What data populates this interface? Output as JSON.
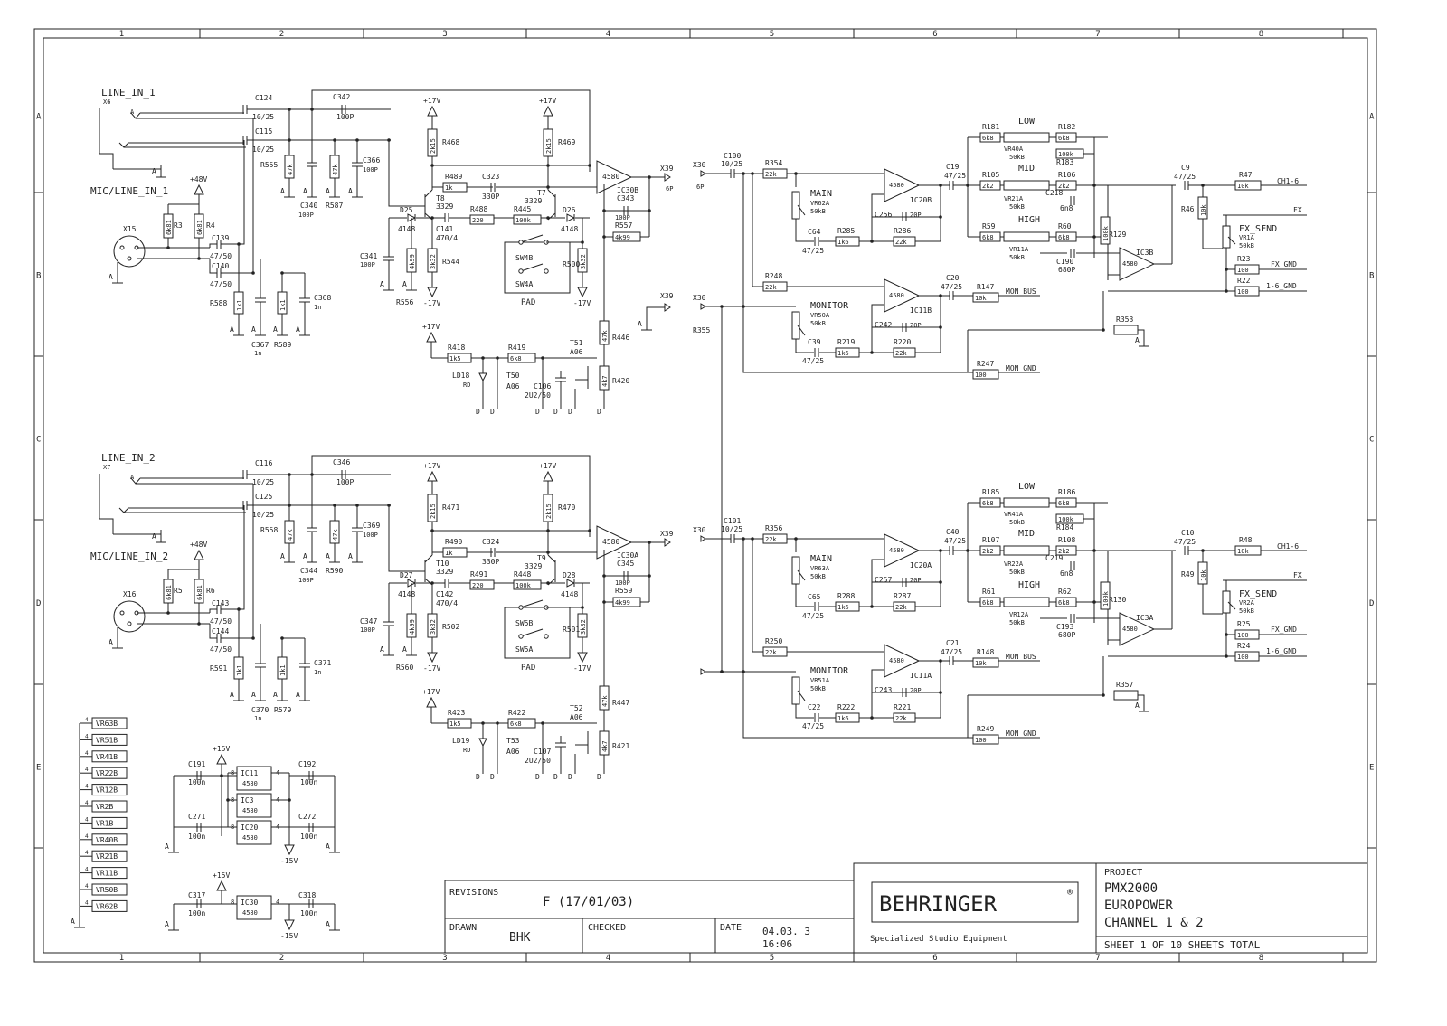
{
  "frame": {
    "columns": [
      "1",
      "2",
      "3",
      "4",
      "5",
      "6",
      "7",
      "8"
    ],
    "rows": [
      "A",
      "B",
      "C",
      "D",
      "E"
    ]
  },
  "title_block": {
    "revisions_label": "REVISIONS",
    "revision_value": "F (17/01/03)",
    "drawn_label": "DRAWN",
    "drawn_value": "BHK",
    "checked_label": "CHECKED",
    "date_label": "DATE",
    "date_value": "04.03. 3",
    "time_value": "16:06",
    "company": "BEHRINGER",
    "registered_mark": "®",
    "tagline": "Specialized Studio Equipment",
    "project_label": "PROJECT",
    "project_lines": [
      "PMX2000",
      "EUROPOWER",
      "CHANNEL 1 & 2"
    ],
    "sheet_info": "SHEET 1    OF 10 SHEETS TOTAL"
  },
  "channels": [
    {
      "line_in": "LINE_IN_1",
      "jack": "X6",
      "mic": "MIC/LINE_IN_1",
      "xlr": "X15",
      "phantom": "+48V",
      "c_line_t": "C124",
      "c_line_t_val": "10/25",
      "c_line_r": "C115",
      "c_line_r_val": "10/25",
      "c_fb": "C342",
      "c_fb_val": "100P",
      "r_a": "R555",
      "r_a_val": "47k",
      "c_a": "C340",
      "c_a_val": "100P",
      "r_b": "R587",
      "r_b_val": "47k",
      "c_b": "C366",
      "c_b_val": "100P",
      "r3": "R3",
      "r3_val": "6k81",
      "r4": "R4",
      "r4_val": "6k81",
      "c_m1": "C139",
      "c_m1_val": "47/50",
      "c_m2": "C140",
      "c_m2_val": "47/50",
      "r_m": "R588",
      "r_m_val": "1k1",
      "c_m3": "C367",
      "c_m3_val": "1n",
      "r_m2": "R589",
      "r_m2_val": "1k1",
      "c_m4": "C368",
      "c_m4_val": "1n",
      "d_a": "D25",
      "d_a_val": "4148",
      "t_a": "T8",
      "t_a_val": "3329",
      "r_e": "R468",
      "r_e_val": "2k15",
      "r_f": "R469",
      "r_f_val": "2k15",
      "r_g": "R489",
      "r_g_val": "1k",
      "c_g": "C323",
      "c_g_val": "330P",
      "t_b": "T7",
      "t_b_val": "3329",
      "d_b": "D26",
      "d_b_val": "4148",
      "c_h": "C141",
      "c_h_val": "470/4",
      "r_h": "R488",
      "r_h_val": "220",
      "r_i": "R445",
      "r_i_val": "100k",
      "c_i": "C341",
      "c_i_val": "100P",
      "r_j": "R556",
      "r_j_val": "4k99",
      "r_k": "R544",
      "r_k_val": "3k32",
      "sw_a": "SW4B",
      "sw_b": "SW4A",
      "pad": "PAD",
      "r_l": "R500",
      "r_l_val": "3k32",
      "ic_op": "IC30B",
      "ic_part": "4580",
      "c_op": "C343",
      "c_op_val": "100P",
      "r_op": "R557",
      "r_op_val": "4k99",
      "x_out": "X39",
      "x_out_pin": "6P",
      "x_out2": "X39",
      "r_q": "R446",
      "r_q_val": "47k",
      "r_r": "R420",
      "r_r_val": "4k7",
      "r_s": "R418",
      "r_s_val": "1k5",
      "r_t": "R419",
      "r_t_val": "6k8",
      "t_c": "T51",
      "t_c_val": "A06",
      "led": "LD18",
      "led_val": "RD",
      "t_d": "T50",
      "t_d_val": "A06",
      "c_t": "C106",
      "c_t_val": "2U2/50",
      "pos_rail": "+17V",
      "neg_rail": "-17V",
      "x_in": "X30",
      "x_in_pin": "6P",
      "x_in2": "X30",
      "c_in": "C100",
      "c_in_val": "10/25",
      "r_in": "R354",
      "r_in_val": "22k",
      "main_lbl": "MAIN",
      "vr_main": "VR62A",
      "vr_main_val": "50kB",
      "ic_main": "IC20B",
      "c_mn": "C64",
      "c_mn_val": "47/25",
      "r_mn": "R285",
      "r_mn_val": "1k6",
      "c_mf": "C256",
      "c_mf_val": "20P",
      "r_mf": "R286",
      "r_mf_val": "22k",
      "c_eq": "C19",
      "c_eq_val": "47/25",
      "r_l1": "R181",
      "r_l1_val": "6k8",
      "low": "LOW",
      "r_l2": "R182",
      "r_l2_val": "6k8",
      "vr_low": "VR40A",
      "vr_low_val": "50kB",
      "r_l3": "R183",
      "r_l3_val": "100k",
      "r_m1": "R105",
      "r_m1_val": "2k2",
      "mid": "MID",
      "r_m2b": "R106",
      "r_m2b_val": "2k2",
      "vr_mid": "VR21A",
      "vr_mid_val": "50kB",
      "c_mid": "C218",
      "c_mid_val": "6n8",
      "r_h1": "R59",
      "r_h1_val": "6k8",
      "high": "HIGH",
      "r_h2": "R60",
      "r_h2_val": "6k8",
      "vr_high": "VR11A",
      "vr_high_val": "50kB",
      "c_high": "C190",
      "c_high_val": "680P",
      "r_bias": "R129",
      "r_bias_val": "100k",
      "ic_eq": "IC3B",
      "c_out": "C9",
      "c_out_val": "47/25",
      "r_out": "R47",
      "r_out_val": "10k",
      "net_out": "CH1-6",
      "r_fx": "R46",
      "r_fx_val": "10k",
      "net_fx": "FX",
      "fx_send": "FX_SEND",
      "vr_fx": "VR1A",
      "vr_fx_val": "50kB",
      "r_fg": "R23",
      "r_fg_val": "100",
      "net_fg": "FX_GND",
      "r_16": "R22",
      "r_16_val": "100",
      "net_16": "1-6_GND",
      "r_mon_in": "R248",
      "r_mon_in_val": "22k",
      "mon_lbl": "MONITOR",
      "vr_mon": "VR50A",
      "vr_mon_val": "50kB",
      "ic_mon": "IC11B",
      "c_mon": "C39",
      "c_mon_val": "47/25",
      "r_mon1": "R219",
      "r_mon1_val": "1k6",
      "c_monf": "C242",
      "c_monf_val": "20P",
      "r_monf": "R220",
      "r_monf_val": "22k",
      "c_mo": "C20",
      "c_mo_val": "47/25",
      "r_mo": "R147",
      "r_mo_val": "10k",
      "net_mon": "MON_BUS",
      "r_353": "R353",
      "r_355": "R355",
      "r_mg": "R247",
      "r_mg_val": "100",
      "net_mg": "MON_GND"
    },
    {
      "line_in": "LINE_IN_2",
      "jack": "X7",
      "mic": "MIC/LINE_IN_2",
      "xlr": "X16",
      "phantom": "+48V",
      "c_line_t": "C116",
      "c_line_t_val": "10/25",
      "c_line_r": "C125",
      "c_line_r_val": "10/25",
      "c_fb": "C346",
      "c_fb_val": "100P",
      "r_a": "R558",
      "r_a_val": "47k",
      "c_a": "C344",
      "c_a_val": "100P",
      "r_b": "R590",
      "r_b_val": "47k",
      "c_b": "C369",
      "c_b_val": "100P",
      "r3": "R5",
      "r3_val": "6k81",
      "r4": "R6",
      "r4_val": "6k81",
      "c_m1": "C143",
      "c_m1_val": "47/50",
      "c_m2": "C144",
      "c_m2_val": "47/50",
      "r_m": "R591",
      "r_m_val": "1k1",
      "c_m3": "C370",
      "c_m3_val": "1n",
      "r_m2": "R579",
      "r_m2_val": "1k1",
      "c_m4": "C371",
      "c_m4_val": "1n",
      "d_a": "D27",
      "d_a_val": "4148",
      "t_a": "T10",
      "t_a_val": "3329",
      "r_e": "R471",
      "r_e_val": "2k15",
      "r_f": "R470",
      "r_f_val": "2k15",
      "r_g": "R490",
      "r_g_val": "1k",
      "c_g": "C324",
      "c_g_val": "330P",
      "t_b": "T9",
      "t_b_val": "3329",
      "d_b": "D28",
      "d_b_val": "4148",
      "c_h": "C142",
      "c_h_val": "470/4",
      "r_h": "R491",
      "r_h_val": "220",
      "r_i": "R448",
      "r_i_val": "100k",
      "c_i": "C347",
      "c_i_val": "100P",
      "r_j": "R560",
      "r_j_val": "4k99",
      "r_k": "R502",
      "r_k_val": "3k32",
      "sw_a": "SW5B",
      "sw_b": "SW5A",
      "pad": "PAD",
      "r_l": "R501",
      "r_l_val": "3k32",
      "ic_op": "IC30A",
      "ic_part": "4580",
      "c_op": "C345",
      "c_op_val": "100P",
      "r_op": "R559",
      "r_op_val": "4k99",
      "x_out": "X39",
      "x_out_pin": "",
      "x_out2": "",
      "r_q": "R447",
      "r_q_val": "47k",
      "r_r": "R421",
      "r_r_val": "4k7",
      "r_s": "R423",
      "r_s_val": "1k5",
      "r_t": "R422",
      "r_t_val": "6k8",
      "t_c": "T52",
      "t_c_val": "A06",
      "led": "LD19",
      "led_val": "RD",
      "t_d": "T53",
      "t_d_val": "A06",
      "c_t": "C107",
      "c_t_val": "2U2/50",
      "pos_rail": "+17V",
      "neg_rail": "-17V",
      "x_in": "X30",
      "x_in_pin": "",
      "x_in2": "",
      "c_in": "C101",
      "c_in_val": "10/25",
      "r_in": "R356",
      "r_in_val": "22k",
      "main_lbl": "MAIN",
      "vr_main": "VR63A",
      "vr_main_val": "50kB",
      "ic_main": "IC20A",
      "c_mn": "C65",
      "c_mn_val": "47/25",
      "r_mn": "R288",
      "r_mn_val": "1k6",
      "c_mf": "C257",
      "c_mf_val": "20P",
      "r_mf": "R287",
      "r_mf_val": "22k",
      "c_eq": "C40",
      "c_eq_val": "47/25",
      "r_l1": "R185",
      "r_l1_val": "6k8",
      "low": "LOW",
      "r_l2": "R186",
      "r_l2_val": "6k8",
      "vr_low": "VR41A",
      "vr_low_val": "50kB",
      "r_l3": "R184",
      "r_l3_val": "100k",
      "r_m1": "R107",
      "r_m1_val": "2k2",
      "mid": "MID",
      "r_m2b": "R108",
      "r_m2b_val": "2k2",
      "vr_mid": "VR22A",
      "vr_mid_val": "50kB",
      "c_mid": "C219",
      "c_mid_val": "6n8",
      "r_h1": "R61",
      "r_h1_val": "6k8",
      "high": "HIGH",
      "r_h2": "R62",
      "r_h2_val": "6k8",
      "vr_high": "VR12A",
      "vr_high_val": "50kB",
      "c_high": "C193",
      "c_high_val": "680P",
      "r_bias": "R130",
      "r_bias_val": "100k",
      "ic_eq": "IC3A",
      "c_out": "C10",
      "c_out_val": "47/25",
      "r_out": "R48",
      "r_out_val": "10k",
      "net_out": "CH1-6",
      "r_fx": "R49",
      "r_fx_val": "10k",
      "net_fx": "FX",
      "fx_send": "FX_SEND",
      "vr_fx": "VR2A",
      "vr_fx_val": "50kB",
      "r_fg": "R25",
      "r_fg_val": "100",
      "net_fg": "FX_GND",
      "r_16": "R24",
      "r_16_val": "100",
      "net_16": "1-6_GND",
      "r_mon_in": "R250",
      "r_mon_in_val": "22k",
      "mon_lbl": "MONITOR",
      "vr_mon": "VR51A",
      "vr_mon_val": "50kB",
      "ic_mon": "IC11A",
      "c_mon": "C22",
      "c_mon_val": "47/25",
      "r_mon1": "R222",
      "r_mon1_val": "1k6",
      "c_monf": "C243",
      "c_monf_val": "20P",
      "r_monf": "R221",
      "r_monf_val": "22k",
      "c_mo": "C21",
      "c_mo_val": "47/25",
      "r_mo": "R148",
      "r_mo_val": "10k",
      "net_mon": "MON_BUS",
      "r_353": "R357",
      "r_355": "",
      "r_mg": "R249",
      "r_mg_val": "100",
      "net_mg": "MON_GND"
    }
  ],
  "vr_list": [
    "VR63B",
    "VR51B",
    "VR41B",
    "VR22B",
    "VR12B",
    "VR2B",
    "VR1B",
    "VR40B",
    "VR21B",
    "VR11B",
    "VR50B",
    "VR62B"
  ],
  "vr_pin": "4",
  "power": {
    "pos15": "+15V",
    "neg15": "-15V",
    "c_a": "C191",
    "c_a_val": "100n",
    "c_b": "C192",
    "c_b_val": "100n",
    "c_c": "C271",
    "c_c_val": "100n",
    "c_d": "C272",
    "c_d_val": "100n",
    "c_e": "C317",
    "c_e_val": "100n",
    "c_f": "C318",
    "c_f_val": "100n",
    "ics": [
      "IC11",
      "IC3",
      "IC20",
      "IC30"
    ],
    "ic_part": "4580",
    "pin8": "8",
    "pin4": "4"
  },
  "gnd": "A",
  "digital_gnd": "D"
}
